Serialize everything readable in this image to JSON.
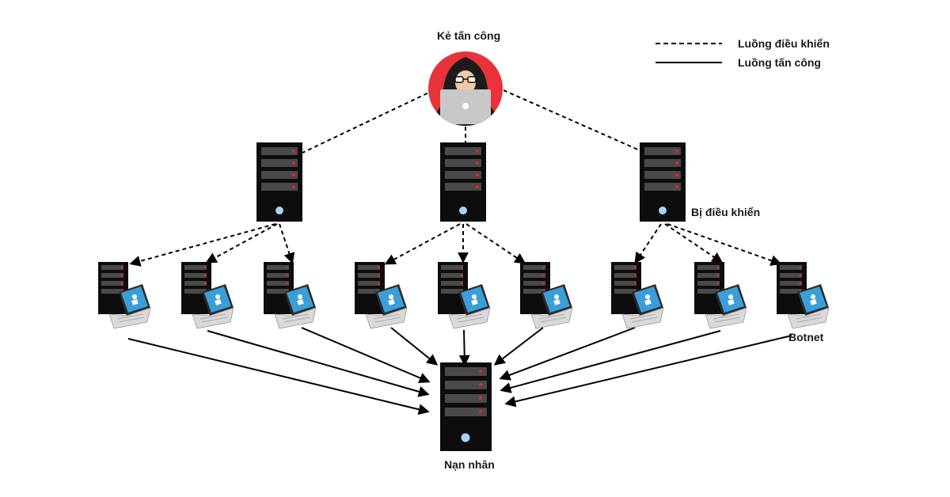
{
  "legend": {
    "control_label": "Luồng điều khiển",
    "attack_label": "Luồng tấn công"
  },
  "labels": {
    "attacker": "Kẻ tấn công",
    "controlled": "Bị điều khiển",
    "botnet": "Botnet",
    "victim": "Nạn nhân"
  },
  "colors": {
    "attacker_bg": "#e8333a",
    "server_body": "#0d0d0d",
    "server_slot": "#4a4a4a",
    "server_led": "#e0242c",
    "power_button": "#a8d4f2",
    "laptop_screen": "#3a9fd8",
    "laptop_body": "#d9d9d9",
    "line": "#000000"
  },
  "icons": {
    "attacker": "hacker-icon",
    "server": "server-icon",
    "bot": "bot-computer-icon"
  }
}
